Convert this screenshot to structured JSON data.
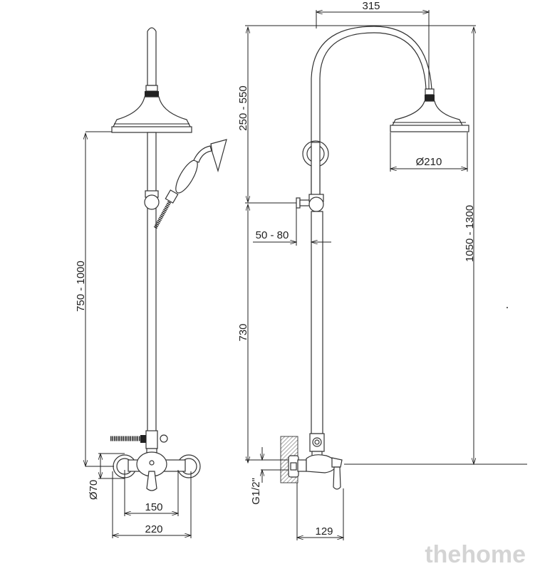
{
  "diagram": {
    "left_view": {
      "height_label": "750 - 1000",
      "escutcheon_diameter_label": "Ø70",
      "inlet_spacing_label": "150",
      "overall_width_label": "220"
    },
    "right_view": {
      "arm_reach_label": "315",
      "arm_height_label": "250 - 550",
      "head_diameter_label": "Ø210",
      "bracket_offset_label": "50 - 80",
      "bracket_height_label": "730",
      "total_height_label": "1050 - 1300",
      "thread_label": "G1/2\"",
      "projection_label": "129"
    }
  },
  "watermark": "thehome"
}
